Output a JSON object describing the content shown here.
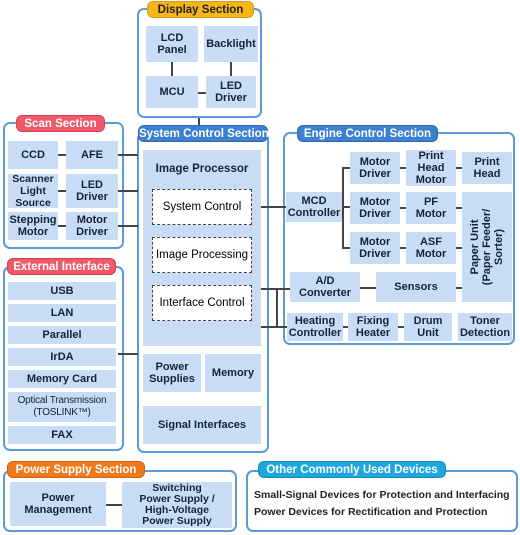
{
  "display": {
    "title": "Display Section",
    "lcd": "LCD\nPanel",
    "backlight": "Backlight",
    "mcu": "MCU",
    "led_driver": "LED\nDriver"
  },
  "scan": {
    "title": "Scan Section",
    "ccd": "CCD",
    "afe": "AFE",
    "scanner_light": "Scanner\nLight\nSource",
    "led_driver": "LED\nDriver",
    "stepping_motor": "Stepping\nMotor",
    "motor_driver": "Motor\nDriver"
  },
  "external": {
    "title": "External Interface",
    "items": [
      "USB",
      "LAN",
      "Parallel",
      "IrDA",
      "Memory Card",
      "Optical Transmission\n(TOSLINK™)",
      "FAX"
    ]
  },
  "system": {
    "title": "System Control Section",
    "image_processor": "Image Processor",
    "system_control": "System Control",
    "image_processing": "Image Processing",
    "interface_control": "Interface Control",
    "power_supplies": "Power\nSupplies",
    "memory": "Memory",
    "signal_interfaces": "Signal Interfaces"
  },
  "engine": {
    "title": "Engine Control Section",
    "mcd": "MCD\nController",
    "motor_driver_1": "Motor\nDriver",
    "print_head_motor": "Print\nHead\nMotor",
    "print_head": "Print\nHead",
    "motor_driver_2": "Motor\nDriver",
    "pf_motor": "PF\nMotor",
    "motor_driver_3": "Motor\nDriver",
    "asf_motor": "ASF\nMotor",
    "paper_unit": "Paper Unit\n(Paper Feeder/\nSorter)",
    "ad_converter": "A/D\nConverter",
    "sensors": "Sensors",
    "heating": "Heating\nController",
    "fixing": "Fixing\nHeater",
    "drum": "Drum\nUnit",
    "toner": "Toner\nDetection"
  },
  "power": {
    "title": "Power Supply Section",
    "management": "Power\nManagement",
    "switching": "Switching\nPower Supply /\nHigh-Voltage\nPower Supply"
  },
  "other": {
    "title": "Other Commonly Used Devices",
    "line1": "Small-Signal Devices for Protection and Interfacing",
    "line2": "Power Devices for Rectification and Protection"
  },
  "colors": {
    "frame": "#5a9bd5",
    "box": "#c9dcf5",
    "display_tag": "#f5b619",
    "scan_tag": "#ee5a6a",
    "system_tag": "#3d7fd0",
    "power_tag": "#f07a1a",
    "other_tag": "#1fa8e0"
  }
}
